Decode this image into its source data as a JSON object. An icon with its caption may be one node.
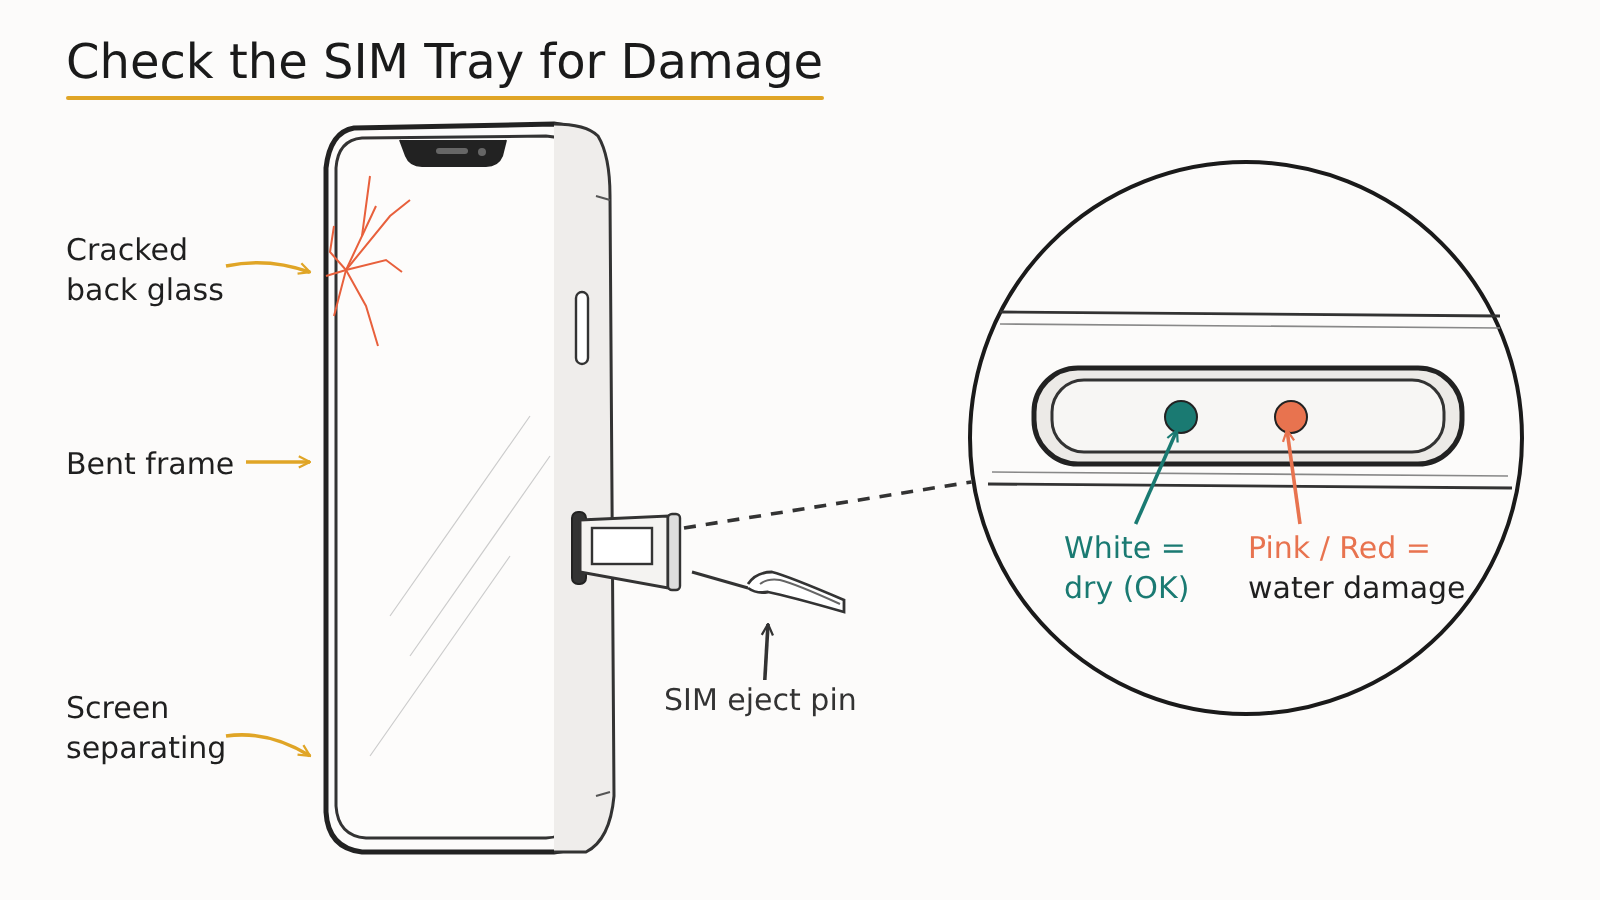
{
  "diagram": {
    "title": "Check the SIM Tray for Damage",
    "nodes": [
      {
        "text": [],
        "shape": "picture"
      },
      {
        "text": [
          "Cracked back glass"
        ]
      },
      {
        "text": [
          "Bent frame"
        ]
      },
      {
        "text": [
          "Screen separating"
        ]
      },
      {
        "text": [],
        "shape": "picture"
      },
      {
        "text": [],
        "shape": "picture"
      },
      {
        "text": [
          "SIM eject pin"
        ]
      },
      {
        "text": [],
        "shape": "circle"
      },
      {
        "text": [],
        "shape": "circle",
        "in": 7
      },
      {
        "text": [],
        "shape": "circle",
        "in": 7
      },
      {
        "text": [
          "White = dry (OK)"
        ],
        "in": 7
      },
      {
        "text": [
          "Pink / Red =",
          "water damage"
        ],
        "in": 7
      }
    ],
    "edges": [
      {
        "from": 1,
        "to": 0,
        "arrow": "to"
      },
      {
        "from": 2,
        "to": 0,
        "arrow": "to"
      },
      {
        "from": 3,
        "to": 0,
        "arrow": "to"
      },
      {
        "from": 6,
        "to": 5,
        "arrow": "to",
        "color": "#333333"
      },
      {
        "from": 4,
        "to": 7,
        "arrow": "none",
        "style": "dashed",
        "color": "#333333"
      },
      {
        "from": 10,
        "to": 8,
        "arrow": "to",
        "color": "#1a7a72"
      },
      {
        "from": 11,
        "to": 9,
        "arrow": "to",
        "color": "#e8734f"
      }
    ]
  }
}
